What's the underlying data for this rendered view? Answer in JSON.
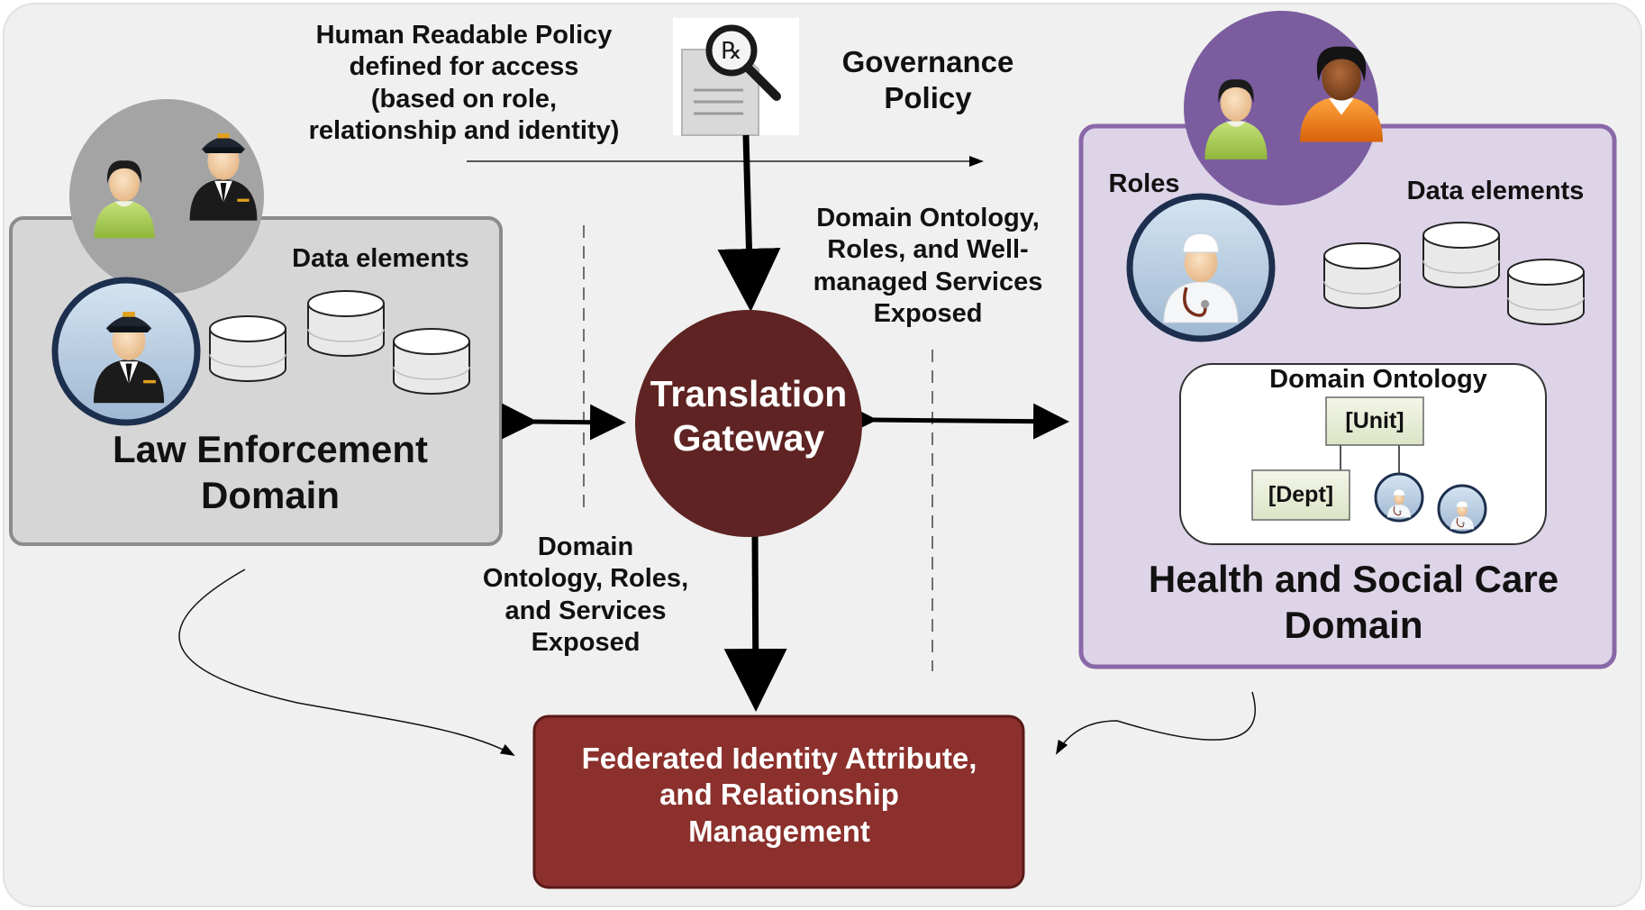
{
  "policy_text": [
    "Human Readable Policy",
    "defined for access",
    "(based on role,",
    "relationship and identity)"
  ],
  "governance": [
    "Governance",
    "Policy"
  ],
  "gateway": [
    "Translation",
    "Gateway"
  ],
  "exposed_right": [
    "Domain Ontology,",
    "Roles, and Well-",
    "managed Services",
    "Exposed"
  ],
  "exposed_left": [
    "Domain",
    "Ontology, Roles,",
    "and Services",
    "Exposed"
  ],
  "law_domain": {
    "data_elements": "Data elements",
    "title": [
      "Law Enforcement",
      "Domain"
    ]
  },
  "health_domain": {
    "roles": "Roles",
    "data_elements": "Data elements",
    "ontology_title": "Domain Ontology",
    "unit": "[Unit]",
    "dept": "[Dept]",
    "title": [
      "Health and Social Care",
      "Domain"
    ]
  },
  "federated": [
    "Federated Identity Attribute,",
    "and Relationship",
    "Management"
  ],
  "icons": {
    "policy_doc": "prescription-document-magnifier-icon",
    "officer": "police-officer-icon",
    "civilian": "civilian-woman-icon",
    "doctor": "doctor-icon",
    "database": "database-cylinder-icon"
  },
  "colors": {
    "law_fill": "#d6d6d6",
    "health_fill": "#ddd4e8",
    "health_border": "#8a68a8",
    "gateway_fill": "#5e2322",
    "federated_fill": "#8b302c",
    "role_ring": "#1d2f4e"
  }
}
